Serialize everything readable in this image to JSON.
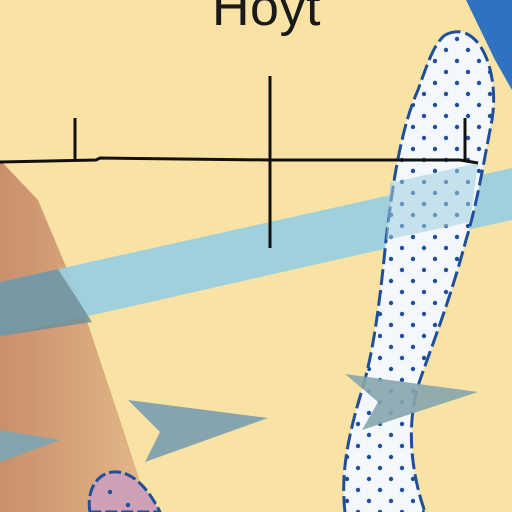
{
  "map": {
    "place_label": "Hoyt",
    "colors": {
      "background": "#f9e3a4",
      "brown_unit": "#d7a07a",
      "pink_unit": "#cda0b8",
      "blue_band": "#9ccfe0",
      "dark_blue": "#2f72bf",
      "dotted_unit": "#f4f7fb",
      "dot": "#1f4f9a",
      "arrow": "#86a4ad",
      "line": "#111111"
    },
    "icons": [
      "flow-arrow-icon",
      "section-line",
      "contact-line"
    ]
  }
}
